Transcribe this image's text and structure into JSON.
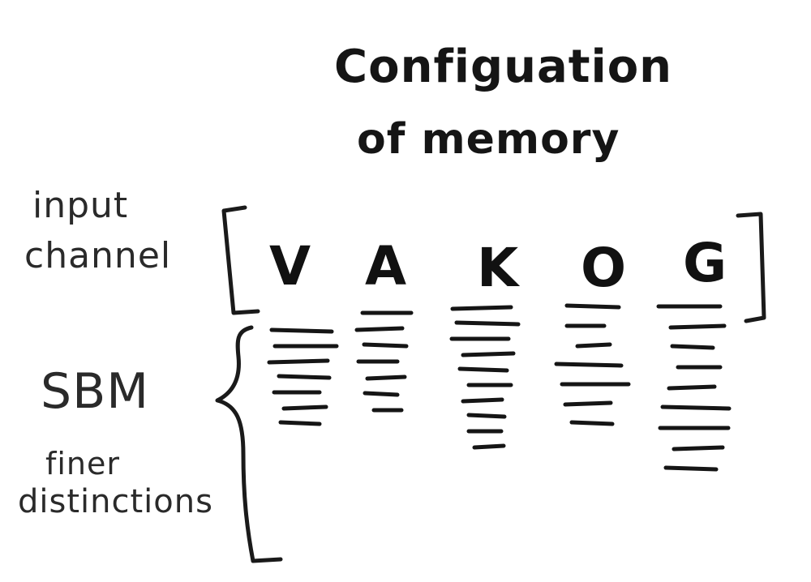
{
  "title": {
    "line1": "Configuation",
    "line2": "of memory"
  },
  "labels": {
    "input_line1": "input",
    "input_line2": "channel",
    "sbm": "SBM",
    "finer": "finer",
    "distinctions": "distinctions"
  },
  "letters": [
    "V",
    "A",
    "K",
    "O",
    "G"
  ],
  "stroke_counts": [
    7,
    7,
    10,
    7,
    9
  ]
}
